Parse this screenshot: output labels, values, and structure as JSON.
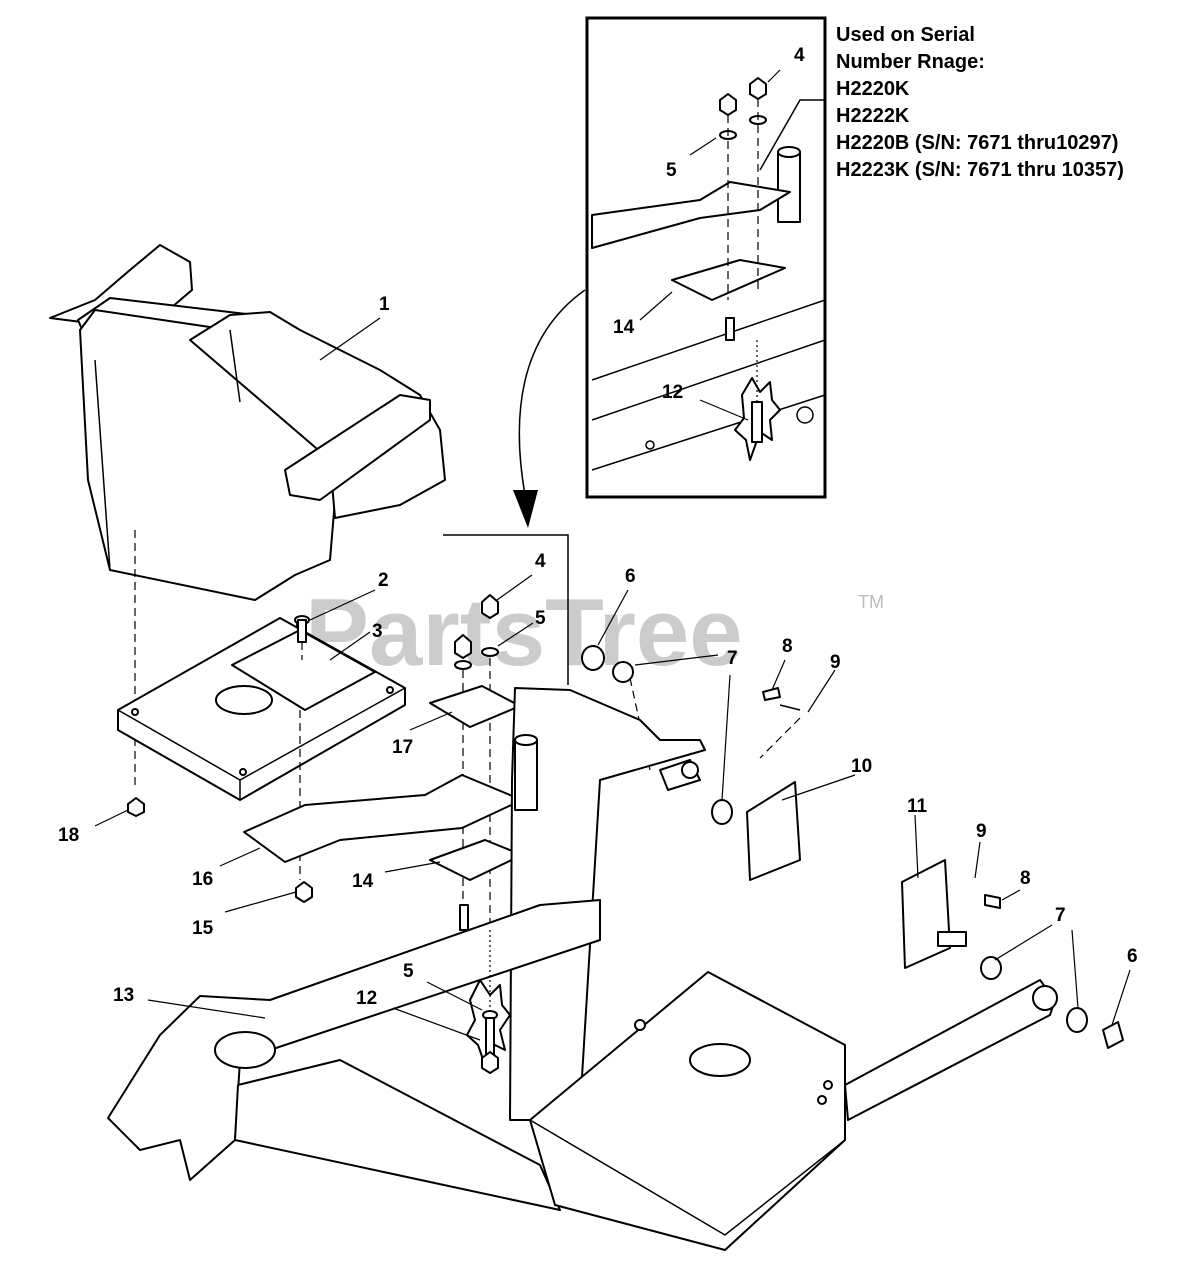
{
  "serial_note": {
    "lines": [
      "Used on Serial",
      "Number Rnage:",
      "H2220K",
      "H2222K",
      "H2220B (S/N: 7671 thru10297)",
      "H2223K (S/N: 7671 thru 10357)"
    ]
  },
  "watermark": {
    "text": "PartsTree",
    "tm": "TM"
  },
  "callouts": {
    "inset": [
      {
        "id": "inset-4",
        "label": "4"
      },
      {
        "id": "inset-5",
        "label": "5"
      },
      {
        "id": "inset-14",
        "label": "14"
      },
      {
        "id": "inset-12",
        "label": "12"
      }
    ],
    "main": [
      {
        "id": "c1",
        "label": "1"
      },
      {
        "id": "c2",
        "label": "2"
      },
      {
        "id": "c3",
        "label": "3"
      },
      {
        "id": "c4",
        "label": "4"
      },
      {
        "id": "c5a",
        "label": "5"
      },
      {
        "id": "c6a",
        "label": "6"
      },
      {
        "id": "c7a",
        "label": "7"
      },
      {
        "id": "c7b",
        "label": "7"
      },
      {
        "id": "c8a",
        "label": "8"
      },
      {
        "id": "c9a",
        "label": "9"
      },
      {
        "id": "c10",
        "label": "10"
      },
      {
        "id": "c11",
        "label": "11"
      },
      {
        "id": "c9b",
        "label": "9"
      },
      {
        "id": "c8b",
        "label": "8"
      },
      {
        "id": "c7c",
        "label": "7"
      },
      {
        "id": "c6b",
        "label": "6"
      },
      {
        "id": "c17",
        "label": "17"
      },
      {
        "id": "c18",
        "label": "18"
      },
      {
        "id": "c16",
        "label": "16"
      },
      {
        "id": "c14",
        "label": "14"
      },
      {
        "id": "c15",
        "label": "15"
      },
      {
        "id": "c13",
        "label": "13"
      },
      {
        "id": "c12",
        "label": "12"
      },
      {
        "id": "c5b",
        "label": "5"
      }
    ]
  }
}
